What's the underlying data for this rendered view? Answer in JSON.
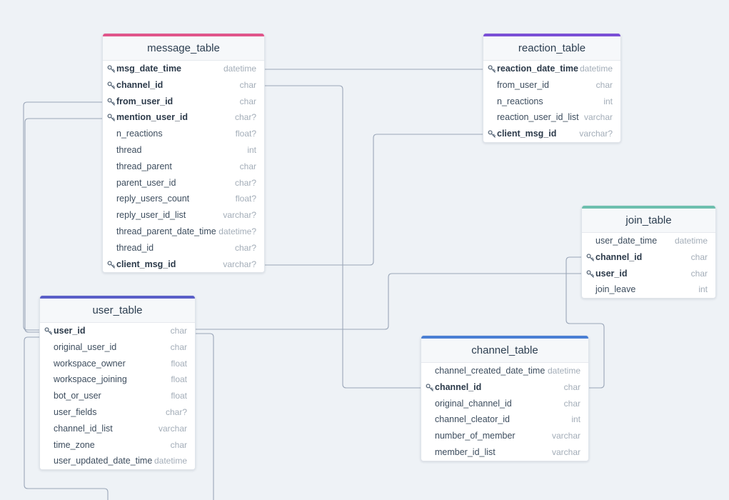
{
  "tables": {
    "message": {
      "name": "message_table",
      "accent": "#e0558a",
      "fields": [
        {
          "name": "msg_date_time",
          "type": "datetime",
          "key": true
        },
        {
          "name": "channel_id",
          "type": "char",
          "key": true
        },
        {
          "name": "from_user_id",
          "type": "char",
          "key": true
        },
        {
          "name": "mention_user_id",
          "type": "char?",
          "key": true
        },
        {
          "name": "n_reactions",
          "type": "float?",
          "key": false
        },
        {
          "name": "thread",
          "type": "int",
          "key": false
        },
        {
          "name": "thread_parent",
          "type": "char",
          "key": false
        },
        {
          "name": "parent_user_id",
          "type": "char?",
          "key": false
        },
        {
          "name": "reply_users_count",
          "type": "float?",
          "key": false
        },
        {
          "name": "reply_user_id_list",
          "type": "varchar?",
          "key": false
        },
        {
          "name": "thread_parent_date_time",
          "type": "datetime?",
          "key": false
        },
        {
          "name": "thread_id",
          "type": "char?",
          "key": false
        },
        {
          "name": "client_msg_id",
          "type": "varchar?",
          "key": true
        }
      ]
    },
    "reaction": {
      "name": "reaction_table",
      "accent": "#7a4fd6",
      "fields": [
        {
          "name": "reaction_date_time",
          "type": "datetime",
          "key": true
        },
        {
          "name": "from_user_id",
          "type": "char",
          "key": false
        },
        {
          "name": "n_reactions",
          "type": "int",
          "key": false
        },
        {
          "name": "reaction_user_id_list",
          "type": "varchar",
          "key": false
        },
        {
          "name": "client_msg_id",
          "type": "varchar?",
          "key": true
        }
      ]
    },
    "join": {
      "name": "join_table",
      "accent": "#6dbfae",
      "fields": [
        {
          "name": "user_date_time",
          "type": "datetime",
          "key": false
        },
        {
          "name": "channel_id",
          "type": "char",
          "key": true
        },
        {
          "name": "user_id",
          "type": "char",
          "key": true
        },
        {
          "name": "join_leave",
          "type": "int",
          "key": false
        }
      ]
    },
    "user": {
      "name": "user_table",
      "accent": "#5a5fc8",
      "fields": [
        {
          "name": "user_id",
          "type": "char",
          "key": true
        },
        {
          "name": "original_user_id",
          "type": "char",
          "key": false
        },
        {
          "name": "workspace_owner",
          "type": "float",
          "key": false
        },
        {
          "name": "workspace_joining",
          "type": "float",
          "key": false
        },
        {
          "name": "bot_or_user",
          "type": "float",
          "key": false
        },
        {
          "name": "user_fields",
          "type": "char?",
          "key": false
        },
        {
          "name": "channel_id_list",
          "type": "varchar",
          "key": false
        },
        {
          "name": "time_zone",
          "type": "char",
          "key": false
        },
        {
          "name": "user_updated_date_time",
          "type": "datetime",
          "key": false
        }
      ]
    },
    "channel": {
      "name": "channel_table",
      "accent": "#4a7fd4",
      "fields": [
        {
          "name": "channel_created_date_time",
          "type": "datetime",
          "key": false
        },
        {
          "name": "channel_id",
          "type": "char",
          "key": true
        },
        {
          "name": "original_channel_id",
          "type": "char",
          "key": false
        },
        {
          "name": "channel_cleator_id",
          "type": "int",
          "key": false
        },
        {
          "name": "number_of_member",
          "type": "varchar",
          "key": false
        },
        {
          "name": "member_id_list",
          "type": "varchar",
          "key": false
        }
      ]
    }
  },
  "icons": {
    "key": "key-icon"
  },
  "colors": {
    "background": "#eef2f6",
    "connector": "#9aa6b8"
  }
}
